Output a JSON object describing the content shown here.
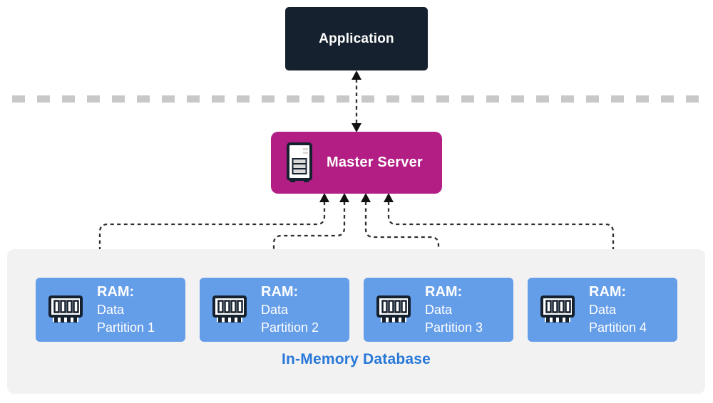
{
  "nodes": {
    "application": {
      "label": "Application"
    },
    "master_server": {
      "label": "Master Server"
    },
    "partitions": [
      {
        "title": "RAM:",
        "line1": "Data",
        "line2": "Partition 1"
      },
      {
        "title": "RAM:",
        "line1": "Data",
        "line2": "Partition 2"
      },
      {
        "title": "RAM:",
        "line1": "Data",
        "line2": "Partition 3"
      },
      {
        "title": "RAM:",
        "line1": "Data",
        "line2": "Partition 4"
      }
    ]
  },
  "panel": {
    "label": "In-Memory Database"
  },
  "icons": {
    "master_server": "server-tower-icon",
    "ram_partition": "ram-chip-icon"
  },
  "colors": {
    "navy": "#16212f",
    "magenta": "#b21e84",
    "blue": "#649de8",
    "panel_bg": "#f2f2f3",
    "divider": "#c8c8c8",
    "db_label": "#2878d8",
    "arrow": "#2e2e2e",
    "arrowhead": "#111111",
    "white": "#ffffff"
  }
}
